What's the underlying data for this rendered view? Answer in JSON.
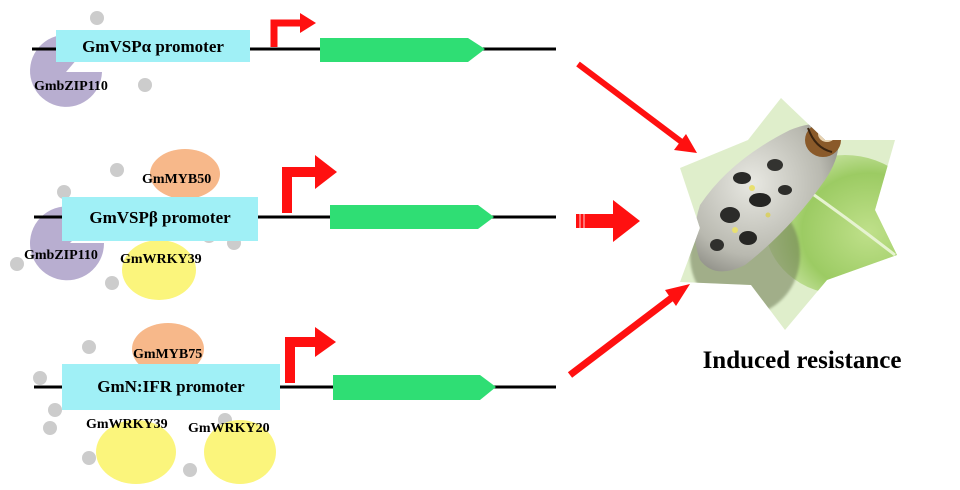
{
  "constructs": [
    {
      "promoter": "GmVSPα promoter",
      "factors": [
        "GmbZIP110"
      ]
    },
    {
      "promoter": "GmVSPβ promoter",
      "factors": [
        "GmMYB50",
        "GmbZIP110",
        "GmWRKY39"
      ]
    },
    {
      "promoter": "GmN:IFR promoter",
      "factors": [
        "GmMYB75",
        "GmWRKY39",
        "GmWRKY20"
      ]
    }
  ],
  "outcome": {
    "label": "Induced resistance"
  },
  "colors": {
    "promoter_box": "#a0f0f6",
    "gene_arrow": "#2fde74",
    "tss_arrow": "#ff1010",
    "effect_arrow": "#ff1010",
    "bzip": "#b8aed0",
    "myb": "#f7b88a",
    "wrky": "#fbf57c",
    "particle": "#cccccc",
    "dna_line": "#000000"
  }
}
